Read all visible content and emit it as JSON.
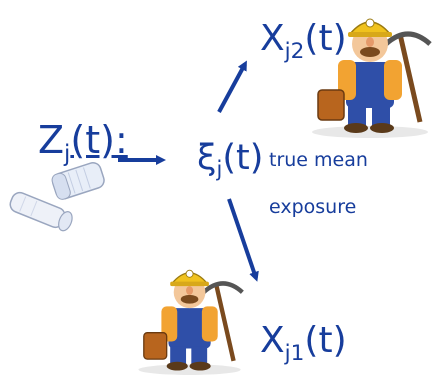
{
  "diagram": {
    "z_label": {
      "main": "Z",
      "sub": "j",
      "suffix": "(t):"
    },
    "xi_label": {
      "main": "ξ",
      "sub": "j",
      "suffix": "(t)"
    },
    "xi_caption_line1": "true mean",
    "xi_caption_line2": "exposure",
    "x2_label": {
      "main": "X",
      "sub": "j2",
      "suffix": "(t)"
    },
    "x1_label": {
      "main": "X",
      "sub": "j1",
      "suffix": "(t)"
    },
    "accent_color": "#173d9c"
  }
}
